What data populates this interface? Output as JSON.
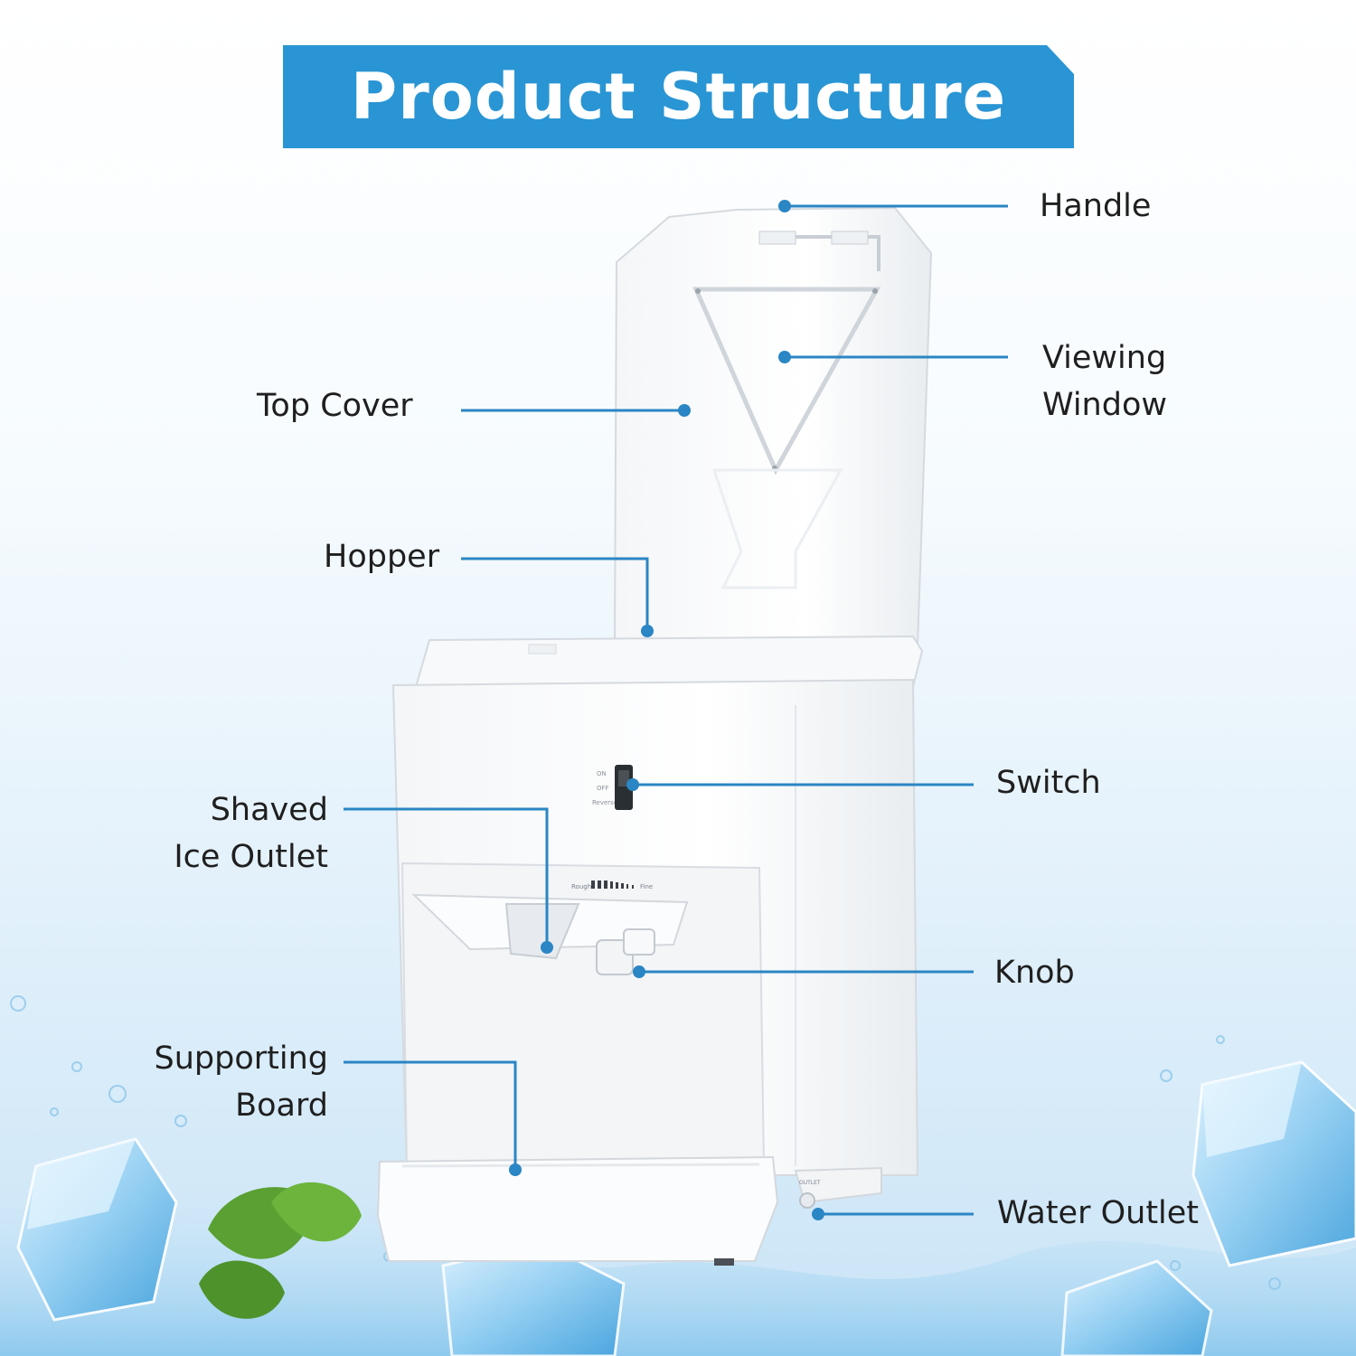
{
  "header": {
    "title": "Product Structure"
  },
  "colors": {
    "banner": "#2a95d4",
    "leader": "#2a86c4",
    "product": "#fbfbfb",
    "ice": "#8fcdf2",
    "mint": "#5aa032"
  },
  "labels": {
    "handle": "Handle",
    "viewing_window": [
      "Viewing",
      "Window"
    ],
    "top_cover": "Top Cover",
    "hopper": "Hopper",
    "switch": "Switch",
    "shaved_ice_outlet": [
      "Shaved",
      "Ice Outlet"
    ],
    "knob": "Knob",
    "supporting_board": [
      "Supporting",
      "Board"
    ],
    "water_outlet": "Water Outlet"
  },
  "product_markings": {
    "switch_on": "ON",
    "switch_off": "OFF",
    "switch_reverse": "Reverse",
    "coarseness_rough": "Rough",
    "coarseness_fine": "Fine",
    "outlet_tag": "OUTLET"
  }
}
